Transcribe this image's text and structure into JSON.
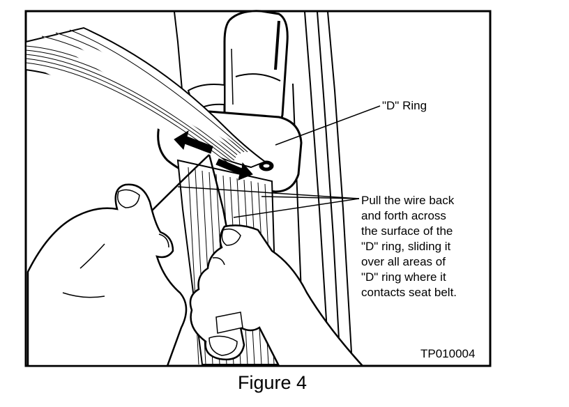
{
  "labels": {
    "d_ring": "\"D\" Ring",
    "wire_instruction": [
      "Pull the wire back",
      "and forth across",
      "the surface of the",
      "\"D\" ring, sliding it",
      "over all areas of",
      "\"D\" ring where it",
      "contacts seat belt."
    ],
    "reference_code": "TP010004"
  },
  "caption": "Figure 4",
  "colors": {
    "ink": "#000000",
    "paper": "#ffffff"
  }
}
